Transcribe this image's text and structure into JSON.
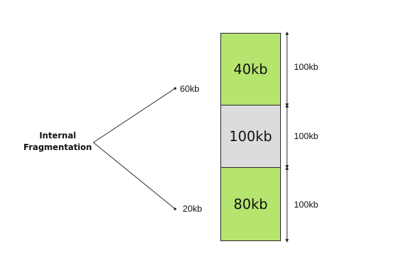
{
  "title": "Internal Fragmentation",
  "fragments": [
    {
      "label": "60kb"
    },
    {
      "label": "20kb"
    }
  ],
  "blocks": [
    {
      "label": "40kb",
      "color": "#b5e46f"
    },
    {
      "label": "100kb",
      "color": "#dcdcdc"
    },
    {
      "label": "80kb",
      "color": "#b5e46f"
    }
  ],
  "sizes": [
    {
      "label": "100kb"
    },
    {
      "label": "100kb"
    },
    {
      "label": "100kb"
    }
  ],
  "colors": {
    "line": "#222222",
    "used": "#b5e46f",
    "free": "#dcdcdc"
  }
}
